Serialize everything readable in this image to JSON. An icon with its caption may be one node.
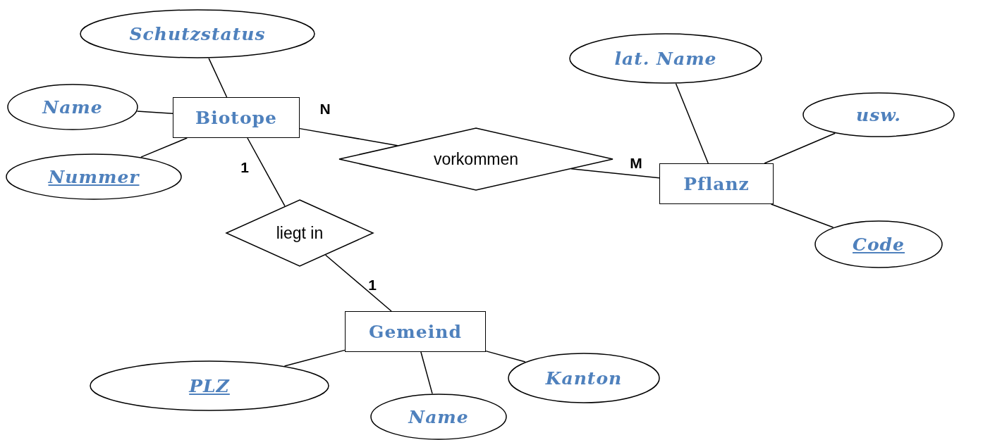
{
  "diagram": {
    "nodes": [
      {
        "text": [
          "Schutzstatus"
        ]
      },
      {
        "text": [
          "Name"
        ]
      },
      {
        "text": [
          "Nummer"
        ]
      },
      {
        "text": [
          "Biotope"
        ]
      },
      {
        "text": [
          "vorkommen"
        ]
      },
      {
        "text": [
          "lat. Name"
        ]
      },
      {
        "text": [
          "usw."
        ]
      },
      {
        "text": [
          "Pflanz"
        ]
      },
      {
        "text": [
          "Code"
        ]
      },
      {
        "text": [
          "liegt in"
        ]
      },
      {
        "text": [
          "Gemeind"
        ]
      },
      {
        "text": [
          "PLZ"
        ]
      },
      {
        "text": [
          "Name"
        ]
      },
      {
        "text": [
          "Kanton"
        ]
      }
    ],
    "edges": [
      {
        "from": 0,
        "to": 3,
        "arrow": "none"
      },
      {
        "from": 1,
        "to": 3,
        "arrow": "none"
      },
      {
        "from": 2,
        "to": 3,
        "arrow": "none"
      },
      {
        "from": 3,
        "to": 4,
        "arrow": "none",
        "label": "N"
      },
      {
        "from": 4,
        "to": 7,
        "arrow": "none",
        "label": "M"
      },
      {
        "from": 5,
        "to": 7,
        "arrow": "none"
      },
      {
        "from": 6,
        "to": 7,
        "arrow": "none"
      },
      {
        "from": 8,
        "to": 7,
        "arrow": "none"
      },
      {
        "from": 3,
        "to": 9,
        "arrow": "none",
        "label": "1"
      },
      {
        "from": 9,
        "to": 10,
        "arrow": "none",
        "label": "1"
      },
      {
        "from": 11,
        "to": 10,
        "arrow": "none"
      },
      {
        "from": 12,
        "to": 10,
        "arrow": "none"
      },
      {
        "from": 13,
        "to": 10,
        "arrow": "none"
      }
    ]
  }
}
